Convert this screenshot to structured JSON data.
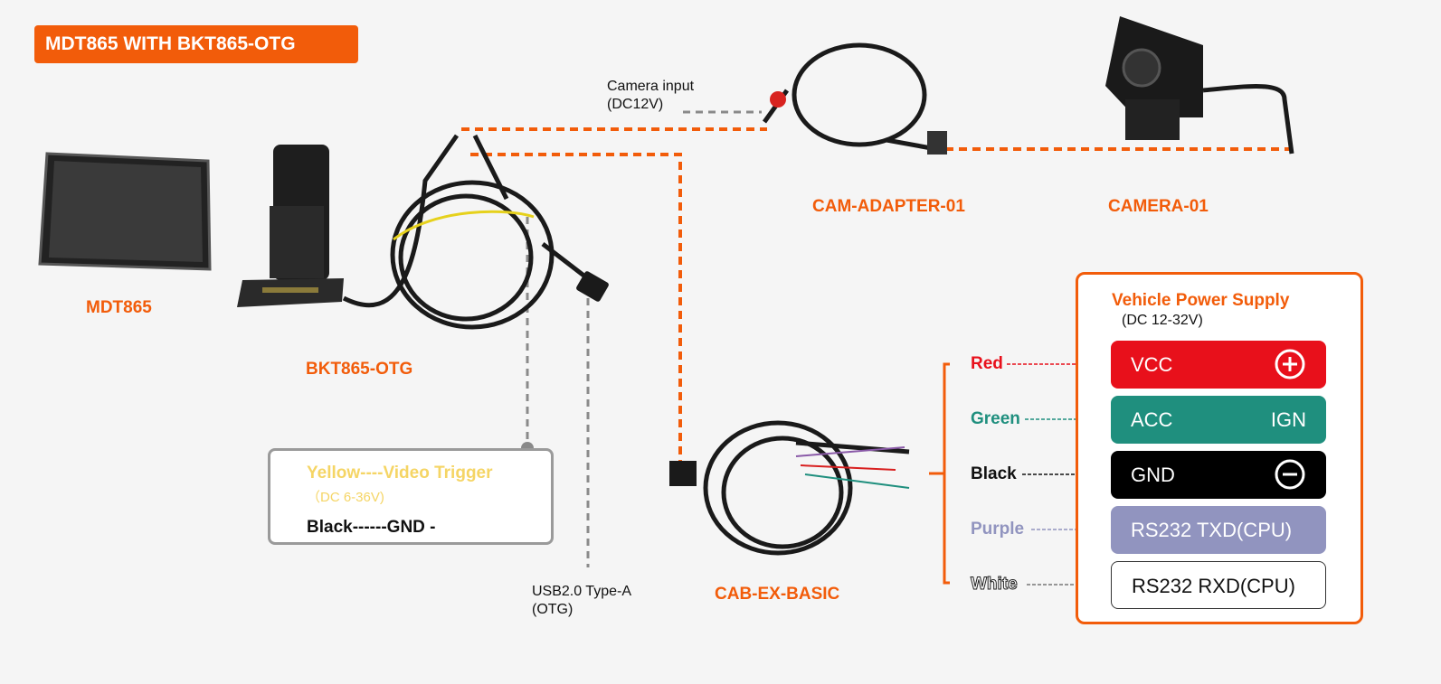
{
  "title": "MDT865 WITH BKT865-OTG",
  "labels": {
    "mdt865": "MDT865",
    "bkt865": "BKT865-OTG",
    "cam_adapter": "CAM-ADAPTER-01",
    "camera": "CAMERA-01",
    "cab": "CAB-EX-BASIC",
    "camera_input": "Camera input",
    "camera_input_v": "(DC12V)",
    "usb": "USB2.0 Type-A",
    "usb_otg": "(OTG)"
  },
  "trigger": {
    "yellow": "Yellow----Video Trigger",
    "yellow_v": "（DC 6-36V)",
    "black": "Black------GND -"
  },
  "psu": {
    "title": "Vehicle Power Supply",
    "subtitle": "(DC 12-32V)",
    "rows": [
      {
        "wire": "Red",
        "terminal": "VCC",
        "symbol": "+",
        "color": "#e8101b",
        "wire_color": "#e8101b"
      },
      {
        "wire": "Green",
        "terminal": "ACC",
        "symbol": "IGN",
        "color": "#1f8f7e",
        "wire_color": "#1f8f7e"
      },
      {
        "wire": "Black",
        "terminal": "GND",
        "symbol": "−",
        "color": "#000000",
        "wire_color": "#111111"
      },
      {
        "wire": "Purple",
        "terminal": "RS232 TXD(CPU)",
        "symbol": "",
        "color": "#9194bf",
        "wire_color": "#9194bf"
      },
      {
        "wire": "White",
        "terminal": "RS232 RXD(CPU)",
        "symbol": "",
        "color": "#ffffff",
        "wire_color": "#ffffff"
      }
    ]
  },
  "colors": {
    "accent": "#f25c0a",
    "yellow": "#f5d565",
    "dash_gray": "#8a8a8a"
  }
}
